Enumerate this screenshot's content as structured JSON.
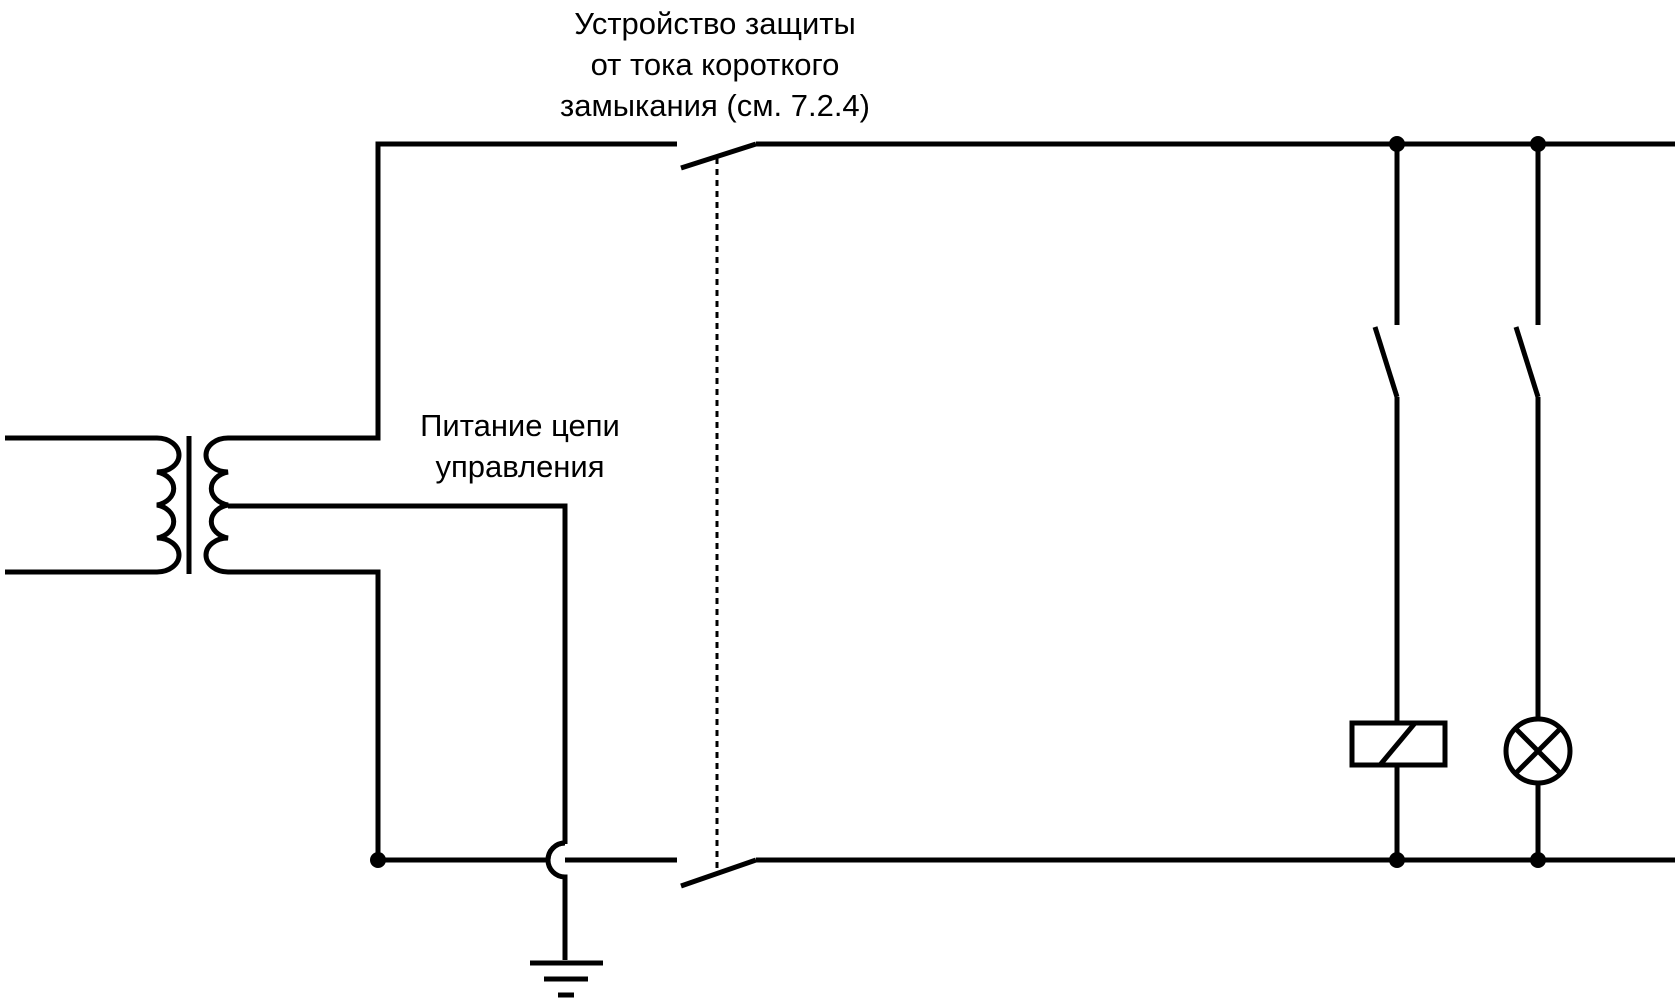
{
  "labels": {
    "protection_device": {
      "line1": "Устройство защиты",
      "line2": "от тока короткого",
      "line3": "замыкания (см. 7.2.4)"
    },
    "control_supply": {
      "line1": "Питание цепи",
      "line2": "управления"
    }
  },
  "colors": {
    "line": "#000000",
    "background": "#ffffff"
  }
}
